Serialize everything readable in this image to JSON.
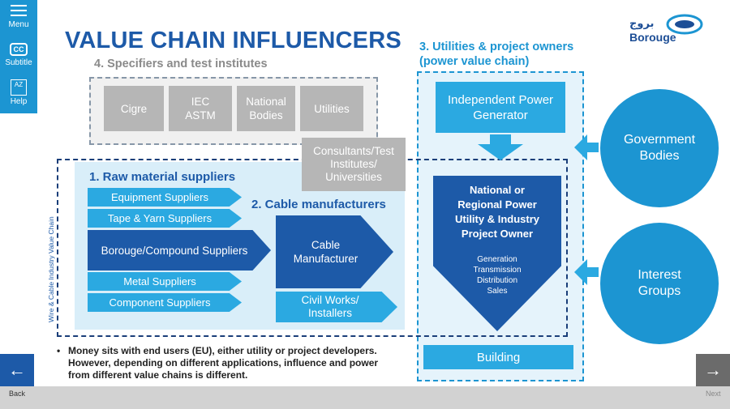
{
  "toolbar": {
    "menu_label": "Menu",
    "cc_icon_text": "CC",
    "subtitle_label": "Subtitle",
    "az_icon_text": "AZ",
    "help_label": "Help"
  },
  "title": "VALUE CHAIN INFLUENCERS",
  "logo": {
    "arabic": "بروج",
    "text": "Borouge"
  },
  "section4": {
    "label": "4. Specifiers and test institutes",
    "items": [
      "Cigre",
      "IEC\nASTM",
      "National\nBodies",
      "Utilities"
    ],
    "consultants": "Consultants/Test Institutes/ Universities"
  },
  "section3": {
    "label": "3. Utilities & project owners\n(power value chain)",
    "generator": "Independent Power Generator",
    "owner_title": "National or\nRegional Power\nUtility & Industry\nProject Owner",
    "owner_sub": "Generation\nTransmission\nDistribution\nSales",
    "building": "Building"
  },
  "wire_chain_label": "Wire & Cable Industry Value Chain",
  "section1": {
    "label": "1. Raw material suppliers",
    "items": [
      "Equipment Suppliers",
      "Tape & Yarn Suppliers",
      "Borouge/Compound Suppliers",
      "Metal Suppliers",
      "Component Suppliers"
    ]
  },
  "section2": {
    "label": "2. Cable manufacturers",
    "manufacturer": "Cable\nManufacturer",
    "civil": "Civil Works/\nInstallers"
  },
  "influencers": {
    "government": "Government\nBodies",
    "interest": "Interest\nGroups"
  },
  "note": "Money sits with end users (EU), either utility or project developers. However, depending on different applications, influence and power from different value chains is different.",
  "nav": {
    "back_label": "Back",
    "next_label": "Next"
  },
  "colors": {
    "dark_blue": "#1d5aa8",
    "light_blue": "#2ba9e1",
    "circle_blue": "#1c95d2",
    "gray": "#b6b6b6"
  }
}
